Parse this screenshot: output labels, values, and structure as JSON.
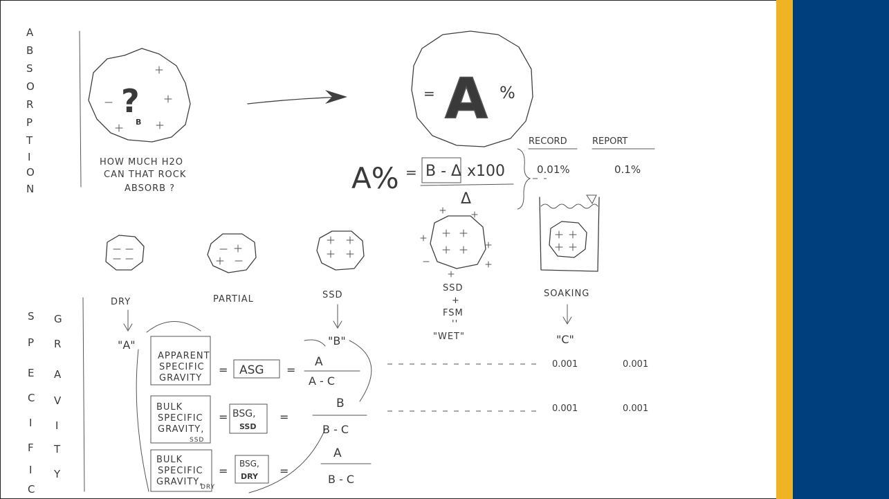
{
  "colors": {
    "gold_bar": "#f0b323",
    "blue_bar": "#003f7d",
    "ink": "#3a3a3a"
  },
  "vertical_labels": {
    "absorption": [
      "A",
      "B",
      "S",
      "O",
      "R",
      "P",
      "T",
      "I",
      "O",
      "N"
    ],
    "specific": [
      "S",
      "P",
      "E",
      "C",
      "I",
      "F",
      "I",
      "C"
    ],
    "gravity": [
      "G",
      "R",
      "A",
      "V",
      "I",
      "T",
      "Y"
    ]
  },
  "absorption": {
    "rock_symbol": "?",
    "rock_small_mark": "B",
    "question_lines": [
      "HOW MUCH H2O",
      "CAN THAT ROCK",
      "ABSORB ?"
    ],
    "result_equals": "=",
    "result_letter": "A",
    "result_percent": "%",
    "formula_lhs": "A%",
    "formula_equals": "=",
    "formula_numerator": "B - Δ",
    "formula_multiplier": "x100",
    "formula_denominator": "Δ",
    "record_header": "RECORD",
    "report_header": "REPORT",
    "record_value": "0.01%",
    "report_value": "0.1%"
  },
  "states": [
    {
      "label": "DRY"
    },
    {
      "label": "PARTIAL"
    },
    {
      "label": "SSD"
    },
    {
      "label": "SSD\n+\nFSM\n''\n\"WET\""
    },
    {
      "label": "SOAKING"
    }
  ],
  "state_label_lines": {
    "wet": [
      "SSD",
      "+",
      "FSM",
      "''",
      "\"WET\""
    ]
  },
  "mass_labels": {
    "dry": "\"A\"",
    "ssd": "\"B\"",
    "soaking": "\"C\""
  },
  "gravity": {
    "apparent": {
      "name_lines": [
        "APPARENT",
        "SPECIFIC",
        "GRAVITY"
      ],
      "symbol": "ASG",
      "numerator": "A",
      "denominator": "A - C",
      "record": "0.001",
      "report": "0.001"
    },
    "bulk_ssd": {
      "name_lines": [
        "BULK",
        "SPECIFIC",
        "GRAVITY,",
        "SSD"
      ],
      "symbol_top": "BSG,",
      "symbol_bottom": "SSD",
      "numerator": "B",
      "denominator": "B - C",
      "record": "0.001",
      "report": "0.001"
    },
    "bulk_dry": {
      "name_lines": [
        "BULK",
        "SPECIFIC",
        "GRAVITY,",
        "DRY"
      ],
      "symbol_top": "BSG,",
      "symbol_bottom": "DRY",
      "numerator": "A",
      "denominator": "B - C"
    },
    "equals": "="
  }
}
